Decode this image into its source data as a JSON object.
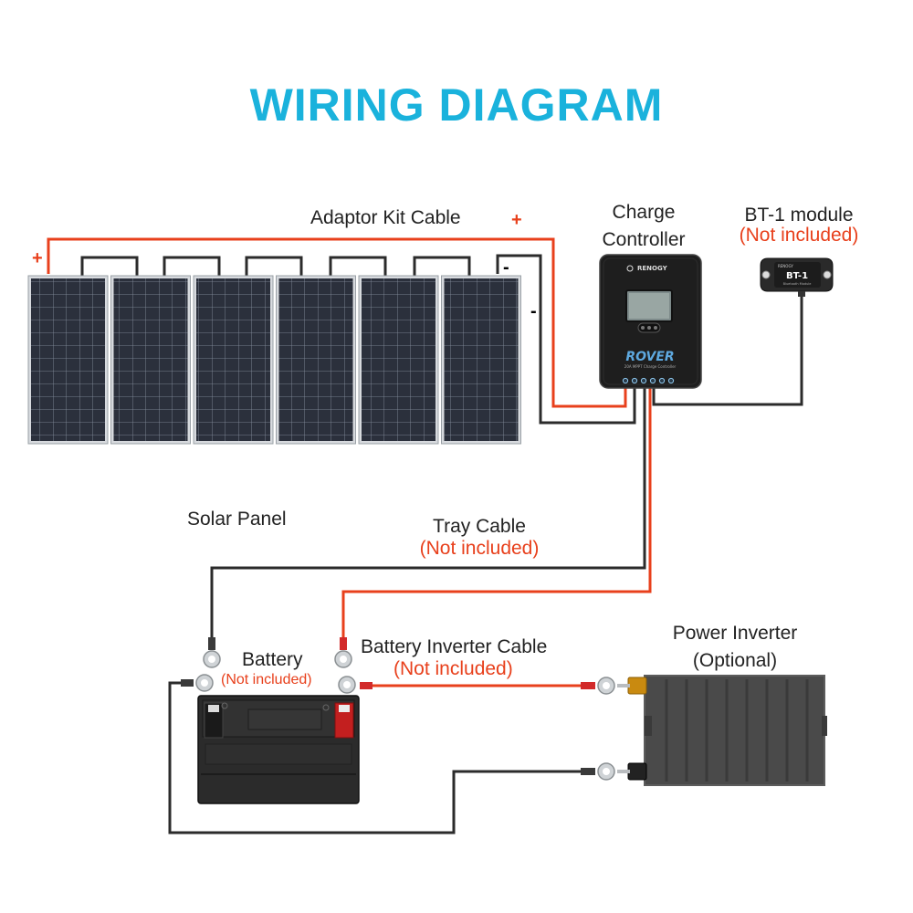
{
  "title": "WIRING DIAGRAM",
  "colors": {
    "title": "#1ab2dc",
    "positive_wire": "#e8401c",
    "negative_wire": "#2b2b2b",
    "note_red": "#e8401c",
    "panel_cell": "#2a2f3a",
    "controller_body": "#1e1e1e",
    "inverter_body": "#4a4a4a",
    "battery_body": "#2b2b2b"
  },
  "labels": {
    "adaptor_kit_cable": "Adaptor Kit Cable",
    "plus_left": "+",
    "plus_top": "+",
    "minus_top": "-",
    "minus_side": "-",
    "charge_controller_line1": "Charge",
    "charge_controller_line2": "Controller",
    "bt1_module": "BT-1 module",
    "bt1_note": "(Not included)",
    "solar_panel": "Solar Panel",
    "tray_cable": "Tray Cable",
    "tray_cable_note": "(Not included)",
    "battery": "Battery",
    "battery_note": "(Not included)",
    "battery_inverter_cable": "Battery Inverter Cable",
    "battery_inverter_cable_note": "(Not included)",
    "power_inverter_line1": "Power Inverter",
    "power_inverter_line2": "(Optional)"
  },
  "devices": {
    "controller_brand": "RENOGY",
    "controller_model": "ROVER",
    "controller_subtitle": "20A MPPT Charge Controller",
    "bt1_text": "BT-1",
    "bt1_brand": "RENOGY",
    "bt1_subtitle": "Bluetooth Module"
  },
  "solar_panels": {
    "count": 6
  }
}
